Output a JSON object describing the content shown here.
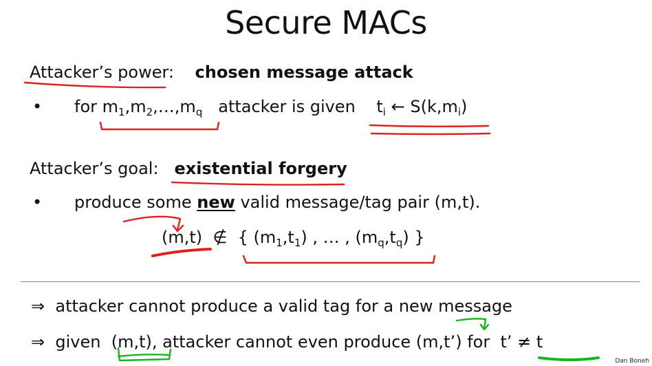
{
  "title": "Secure MACs",
  "power": {
    "label": "Attacker’s power:",
    "value": "chosen message attack",
    "bullet_symbol": "•",
    "for_text": "for",
    "m": "m",
    "sub1": "1",
    "sub2": "2",
    "ellipsis": ",…,",
    "subq": "q",
    "comma": ",",
    "mid_text": "attacker is given",
    "t": "t",
    "subi": "i",
    "arrow_text": "← S(k,m",
    "close_paren": ")"
  },
  "goal": {
    "label": "Attacker’s goal:",
    "value": "existential forgery",
    "bullet_symbol": "•",
    "produce_text": "produce some",
    "new_word": "new",
    "rest_text": "valid message/tag pair  (m,t).",
    "formula_left": "(m,t)",
    "not_in": "∉",
    "open_set": "{ (m",
    "t1": ",t",
    "mid_ellipsis": ") , … , (m",
    "tq": ",t",
    "close_set": ") }"
  },
  "conclusions": {
    "arrow": "⇒",
    "line1": "attacker cannot produce a valid tag for a new message",
    "line2_given": "given",
    "line2_mt": "(m,t)",
    "line2_rest": ", attacker cannot even produce (m,t’)  for",
    "line2_ineq": "t’ ≠ t"
  },
  "footer": "Dan Boneh",
  "colors": {
    "red_annotation": "#e0201c",
    "green_annotation": "#19b51e"
  }
}
